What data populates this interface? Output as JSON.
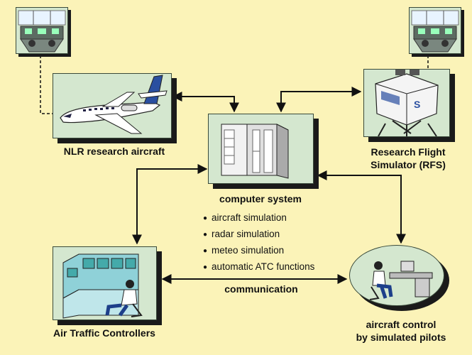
{
  "nodes": {
    "aircraft": {
      "label": "NLR research aircraft"
    },
    "rfs": {
      "label_line1": "Research Flight",
      "label_line2": "Simulator (RFS)"
    },
    "computer": {
      "label": "computer system"
    },
    "atc": {
      "label": "Air Traffic Controllers"
    },
    "pilots": {
      "label_line1": "aircraft control",
      "label_line2": "by simulated pilots"
    }
  },
  "functions": [
    "aircraft simulation",
    "radar simulation",
    "meteo simulation",
    "automatic ATC functions"
  ],
  "links": {
    "communication_label": "communication"
  },
  "icons": {
    "cockpit_left": "cockpit-thumbnail",
    "cockpit_right": "cockpit-thumbnail",
    "aircraft": "business-jet-icon",
    "simulator": "flight-simulator-icon",
    "computer": "mainframe-computer-icon",
    "atc": "controller-console-icon",
    "pilots": "pilot-workstation-icon"
  },
  "colors": {
    "background": "#fbf3b8",
    "box_fill": "#d4e7cf",
    "shadow": "#1a1a1a",
    "arrow": "#111111"
  }
}
